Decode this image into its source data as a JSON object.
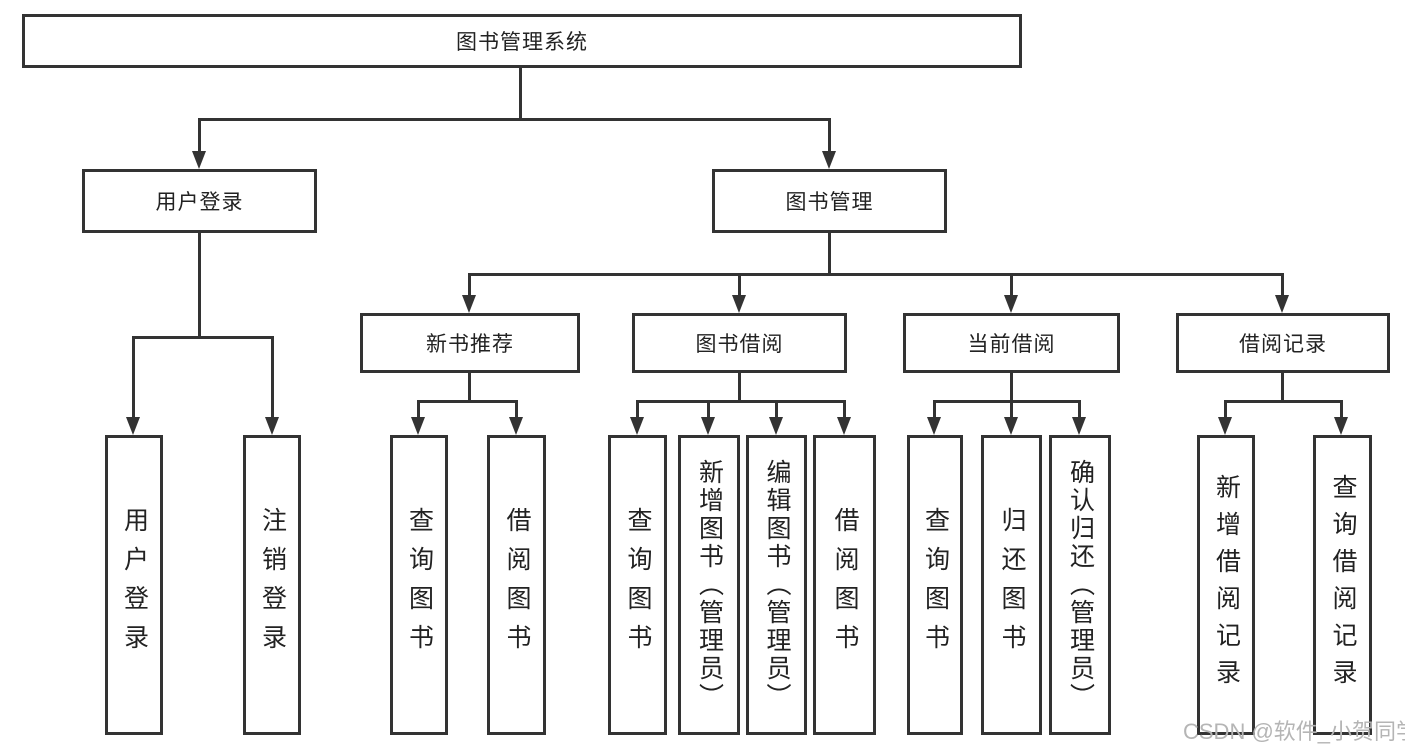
{
  "diagram_title": "图书管理系统",
  "nodes": {
    "root": "图书管理系统",
    "user_login": "用户登录",
    "book_mgmt": "图书管理",
    "new_book_rec": "新书推荐",
    "book_borrow": "图书借阅",
    "current_borrow": "当前借阅",
    "borrow_records": "借阅记录",
    "leaf_user_login": "用户登录",
    "leaf_logout": "注销登录",
    "leaf_query_book_1": "查询图书",
    "leaf_borrow_book_1": "借阅图书",
    "leaf_query_book_2": "查询图书",
    "leaf_add_book": "新增图书（管理员）",
    "leaf_edit_book": "编辑图书（管理员）",
    "leaf_borrow_book_2": "借阅图书",
    "leaf_query_book_3": "查询图书",
    "leaf_return_book": "归还图书",
    "leaf_confirm_return": "确认归还（管理员）",
    "leaf_add_borrow_record": "新增借阅记录",
    "leaf_query_borrow_record": "查询借阅记录"
  },
  "watermark": "CSDN @软件_小贺同学",
  "colors": {
    "line": "#333333",
    "text": "#222222",
    "watermark": "#b5b5b5",
    "background": "#ffffff"
  }
}
